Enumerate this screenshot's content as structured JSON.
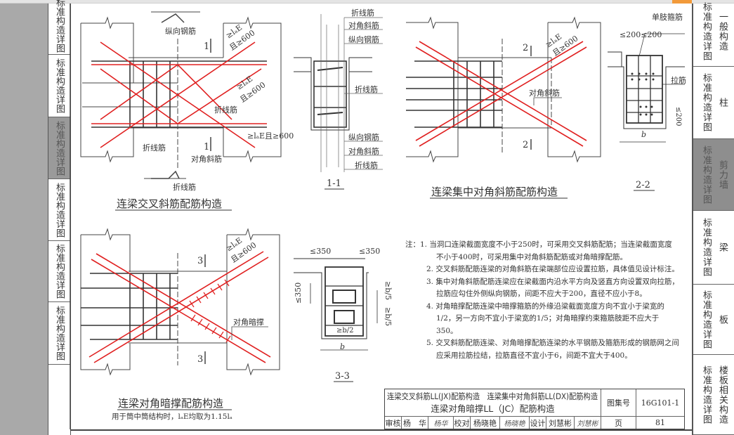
{
  "left_tabs": {
    "items": [
      {
        "label": "标准构造详图",
        "active": false
      },
      {
        "label": "标准构造详图",
        "active": false
      },
      {
        "label": "标准构造详图",
        "active": true
      },
      {
        "label": "标准构造详图",
        "active": false
      },
      {
        "label": "标准构造详图",
        "active": false
      },
      {
        "label": "标准构造详图",
        "active": false
      }
    ]
  },
  "right_tabs": {
    "items": [
      {
        "prefix": "标准构造详图",
        "label": "一般构造",
        "active": false
      },
      {
        "prefix": "标准构造详图",
        "label": "柱",
        "active": false
      },
      {
        "prefix": "标准构造详图",
        "label": "剪力墙",
        "active": true
      },
      {
        "prefix": "标准构造详图",
        "label": "梁",
        "active": false
      },
      {
        "prefix": "标准构造详图",
        "label": "板",
        "active": false
      },
      {
        "prefix": "标准构造详图",
        "label": "楼板相关构造",
        "active": false
      }
    ]
  },
  "colors": {
    "rebar_red": "#e02020",
    "ink": "#333333",
    "accent_orange": "#f29a3a",
    "tab_active": "#9a9a9a"
  },
  "diagram_jx": {
    "title": "连梁交叉斜筋配筋构造",
    "labels": {
      "bent_bar": "折线筋",
      "longitudinal": "纵向钢筋",
      "diagonal": "对角斜筋",
      "anchor_1": "≥lₐE",
      "anchor_1b": "且≥600",
      "anchor_2": "≥lₐE",
      "anchor_2b": "且≥600",
      "anchor_3": "≥lₐE且≥600",
      "section_mark": "1"
    }
  },
  "section_1_1": {
    "title": "1-1",
    "labels_top": [
      "折线筋",
      "对角斜筋",
      "纵向钢筋"
    ],
    "label_mid": "折线筋",
    "labels_bottom": [
      "纵向钢筋",
      "对角斜筋",
      "折线筋"
    ]
  },
  "diagram_dx": {
    "title": "连梁集中对角斜筋配筋构造",
    "labels": {
      "diagonal": "对角斜筋",
      "anchor": "≥lₐE",
      "anchor_b": "且≥600",
      "section_mark": "2"
    }
  },
  "section_2_2": {
    "title": "2-2",
    "labels": {
      "single_stirrup": "单肢箍筋",
      "spacing": "≤200≤200",
      "tie": "拉筋",
      "spacing_v": "≤200",
      "width": "b"
    }
  },
  "diagram_jc": {
    "title": "连梁对角暗撑配筋构造",
    "subtitle": "用于筒中筒结构时，lₐE均取为1.15lₐ",
    "labels": {
      "strut": "对角暗撑",
      "anchor": "≥lₐE",
      "anchor_b": "且≥600",
      "section_mark": "3"
    }
  },
  "section_3_3": {
    "title": "3-3",
    "labels": {
      "s1": "≤350",
      "s2": "≤350",
      "s3": "≤350",
      "b5a": "≥b/5",
      "b5b": "≥b/5",
      "b2": "≥b/2",
      "width": "b"
    }
  },
  "notes": {
    "items": [
      "注：1. 当洞口连梁截面宽度不小于250时，可采用交叉斜筋配筋；当连梁截面宽度不小于400时，可采用集中对角斜筋配筋或对角暗撑配筋。",
      "2. 交叉斜筋配筋连梁的对角斜筋在梁端部位应设置拉筋，具体值见设计标注。",
      "3. 集中对角斜筋配筋连梁应在梁截面内沿水平方向及竖直方向设置双向拉筋，拉筋应勾住外侧纵向钢筋，间距不应大于200，直径不应小于8。",
      "4. 对角暗撑配筋连梁中暗撑箍筋的外缘沿梁截面宽度方向不宜小于梁宽的1/2，另一方向不宜小于梁宽的1/5；对角暗撑约束箍筋肢距不应大于350。",
      "5. 交叉斜筋配筋连梁、对角暗撑配筋连梁的水平钢筋及箍筋形成的钢筋网之间应采用拉筋拉结，拉筋直径不宜小于6，间距不宜大于400。"
    ]
  },
  "title_block": {
    "title_line1": "连梁交叉斜筋LL(JX)配筋构造　连梁集中对角斜筋LL(DX)配筋构造",
    "title_line2": "连梁对角暗撑LL（JC）配筋构造",
    "atlas_label": "图集号",
    "atlas_no": "16G101-1",
    "review_label": "审核",
    "reviewer": "杨　华",
    "reviewer_sig": "杨华",
    "check_label": "校对",
    "checker": "杨晓艳",
    "checker_sig": "杨晓艳",
    "design_label": "设计",
    "designer": "刘慧彬",
    "designer_sig": "刘慧彬",
    "page_label": "页",
    "page_no": "81"
  }
}
